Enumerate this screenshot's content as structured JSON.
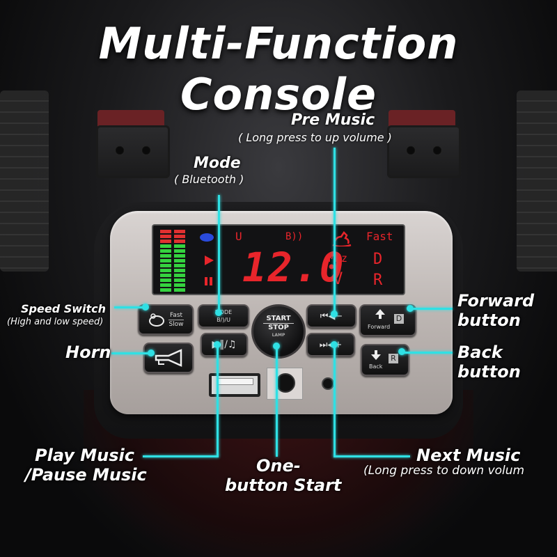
{
  "title": "Multi-Function Console",
  "colors": {
    "accent": "#2fe0e4",
    "lcd_red": "#e8252b",
    "eq_green": "#35d23f"
  },
  "callouts": {
    "pre_music": {
      "title": "Pre Music",
      "sub": "( Long press to up volume )"
    },
    "mode": {
      "title": "Mode",
      "sub": "( Bluetooth )"
    },
    "speed_switch": {
      "title": "Speed Switch",
      "sub": "(High and low speed)"
    },
    "horn": {
      "title": "Horn"
    },
    "forward": {
      "title1": "Forward",
      "title2": "button"
    },
    "back": {
      "title1": "Back",
      "title2": "button"
    },
    "play_music": {
      "title1": "Play Music",
      "title2": "/Pause Music"
    },
    "one_button_start": {
      "title1": "One-",
      "title2": "button Start"
    },
    "next_music": {
      "title": "Next Music",
      "sub": "(Long press to down volum"
    }
  },
  "lcd": {
    "reading": "12.0",
    "u": "U",
    "bt": "B))",
    "mhz": "MHz",
    "v": "V",
    "fast": "Fast",
    "d": "D",
    "r": "R"
  },
  "buttons": {
    "speed_fast": "Fast",
    "speed_slow": "Slow",
    "mode": "MODE",
    "mode_sub": "B/)/U",
    "play_pause": "▶‖/♫",
    "prev": "⏮◀−",
    "next": "⏭◀+",
    "forward": "Forward",
    "forward_letter": "D",
    "back": "Back",
    "back_letter": "R",
    "start": "START",
    "stop": "STOP",
    "lamp": "LAMP"
  },
  "icons": [
    "bluetooth-icon",
    "play-icon",
    "pause-icon",
    "horse-icon",
    "turtle-icon",
    "horn-icon",
    "up-arrow-icon",
    "down-arrow-icon",
    "usb-port-icon",
    "lamp-icon"
  ]
}
